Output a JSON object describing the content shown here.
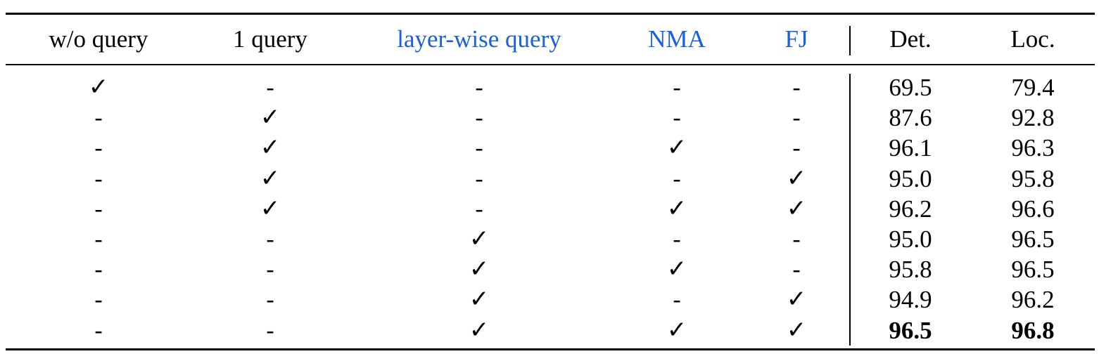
{
  "table": {
    "headers": [
      "w/o query",
      "1 query",
      "layer-wise query",
      "NMA",
      "FJ",
      "Det.",
      "Loc."
    ],
    "highlight_color": "#1a5fe0",
    "highlighted_headers": [
      "layer-wise query",
      "NMA",
      "FJ"
    ],
    "rows": [
      [
        "✓",
        "-",
        "-",
        "-",
        "-",
        "69.5",
        "79.4"
      ],
      [
        "-",
        "✓",
        "-",
        "-",
        "-",
        "87.6",
        "92.8"
      ],
      [
        "-",
        "✓",
        "-",
        "✓",
        "-",
        "96.1",
        "96.3"
      ],
      [
        "-",
        "✓",
        "-",
        "-",
        "✓",
        "95.0",
        "95.8"
      ],
      [
        "-",
        "✓",
        "-",
        "✓",
        "✓",
        "96.2",
        "96.6"
      ],
      [
        "-",
        "-",
        "✓",
        "-",
        "-",
        "95.0",
        "96.5"
      ],
      [
        "-",
        "-",
        "✓",
        "✓",
        "-",
        "95.8",
        "96.5"
      ],
      [
        "-",
        "-",
        "✓",
        "-",
        "✓",
        "94.9",
        "96.2"
      ],
      [
        "-",
        "-",
        "✓",
        "✓",
        "✓",
        "96.5",
        "96.8"
      ]
    ],
    "bold_row_index": 8
  }
}
